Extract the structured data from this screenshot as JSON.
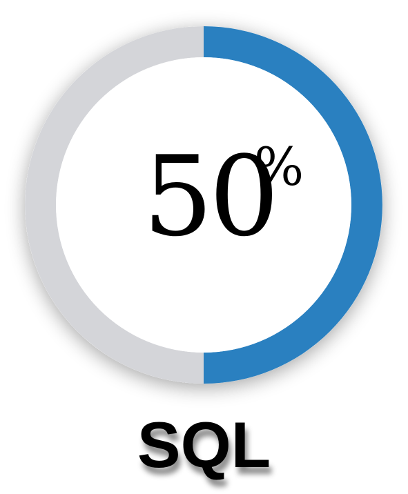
{
  "chart_data": {
    "type": "pie",
    "values": [
      50,
      50
    ],
    "value_percent": 50,
    "display_number": "50",
    "display_unit": "%",
    "label": "SQL",
    "colors": {
      "fill": "#2980c0",
      "track": "#d4d5d9"
    }
  }
}
